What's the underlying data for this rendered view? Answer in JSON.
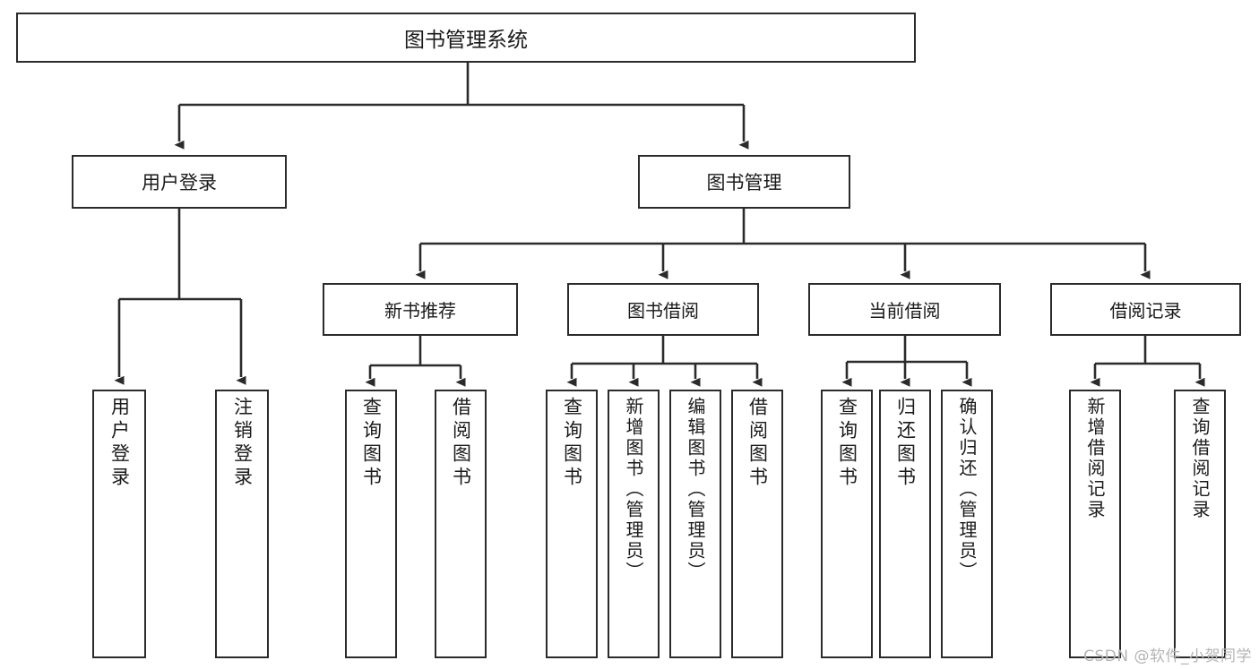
{
  "diagram": {
    "title": "图书管理系统",
    "type": "hierarchy-tree",
    "root": {
      "label": "图书管理系统",
      "children": [
        {
          "label": "用户登录",
          "children": [
            {
              "label": "用户登录"
            },
            {
              "label": "注销登录"
            }
          ]
        },
        {
          "label": "图书管理",
          "children": [
            {
              "label": "新书推荐",
              "children": [
                {
                  "label": "查询图书"
                },
                {
                  "label": "借阅图书"
                }
              ]
            },
            {
              "label": "图书借阅",
              "children": [
                {
                  "label": "查询图书"
                },
                {
                  "label": "新增图书（管理员）"
                },
                {
                  "label": "编辑图书（管理员）"
                },
                {
                  "label": "借阅图书"
                }
              ]
            },
            {
              "label": "当前借阅",
              "children": [
                {
                  "label": "查询图书"
                },
                {
                  "label": "归还图书"
                },
                {
                  "label": "确认归还（管理员）"
                }
              ]
            },
            {
              "label": "借阅记录",
              "children": [
                {
                  "label": "新增借阅记录"
                },
                {
                  "label": "查询借阅记录"
                }
              ]
            }
          ]
        }
      ]
    }
  },
  "nodes": {
    "root": "图书管理系统",
    "user_login": "用户登录",
    "book_manage": "图书管理",
    "new_book_rec": "新书推荐",
    "book_borrow": "图书借阅",
    "current_borrow": "当前借阅",
    "borrow_record": "借阅记录",
    "leaf_user_login": "用户登录",
    "leaf_logout": "注销登录",
    "leaf_query_book_1": "查询图书",
    "leaf_borrow_book_1": "借阅图书",
    "leaf_query_book_2": "查询图书",
    "leaf_add_book_admin": "新增图书（管理员）",
    "leaf_edit_book_admin": "编辑图书（管理员）",
    "leaf_borrow_book_2": "借阅图书",
    "leaf_query_book_3": "查询图书",
    "leaf_return_book": "归还图书",
    "leaf_confirm_return_admin": "确认归还（管理员）",
    "leaf_add_record": "新增借阅记录",
    "leaf_query_record": "查询借阅记录"
  },
  "watermark": "CSDN @软件_小贺同学",
  "colors": {
    "stroke": "#2b2b2b",
    "fill": "#ffffff",
    "text": "#1a1a1a",
    "watermark": "#b4b4b4"
  }
}
